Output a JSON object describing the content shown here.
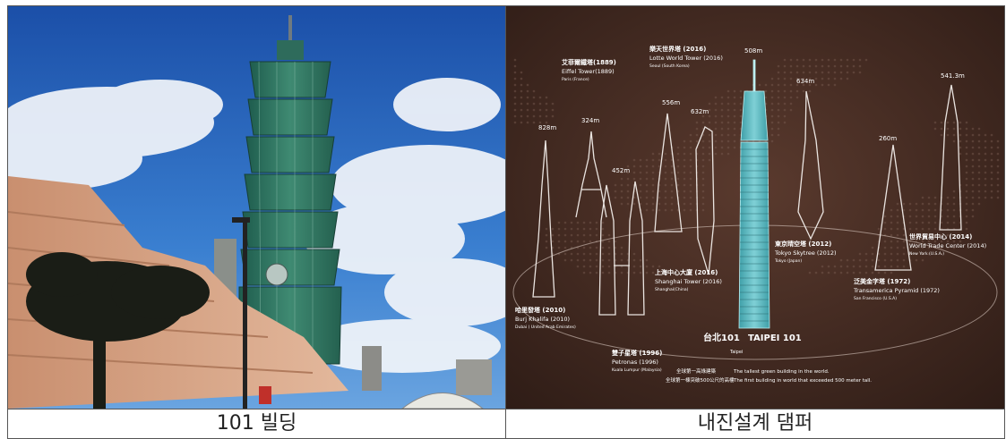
{
  "left_photo": {
    "caption": "101 빌딩"
  },
  "right_photo": {
    "caption": "내진설계 댐퍼",
    "towers": [
      {
        "name": "Burj Khalifa (2010)",
        "zh": "哈里發塔 (2010)",
        "location": "Dubai ( United Arab Emirates)",
        "height": "828m"
      },
      {
        "name": "Eiffel Tower(1889)",
        "zh": "艾菲爾鐵塔(1889)",
        "location": "Paris (France)",
        "height": "324m"
      },
      {
        "name": "Petronas (1996)",
        "zh": "雙子星塔 (1996)",
        "location": "Kuala Lumpur (Malaysia)",
        "height": "452m"
      },
      {
        "name": "Lotte World Tower (2016)",
        "zh": "樂天世界塔 (2016)",
        "location": "Seoul (South Korea)",
        "height": "556m"
      },
      {
        "name": "Shanghai Tower (2016)",
        "zh": "上海中心大廈 (2016)",
        "location": "Shanghai(China)",
        "height": "632m"
      },
      {
        "name": "TAIPEI 101",
        "zh": "台北101",
        "location": "Taipei",
        "height": "508m"
      },
      {
        "name": "Tokyo Skytree (2012)",
        "zh": "東京晴空塔 (2012)",
        "location": "Tokyo (Japan)",
        "height": "634m"
      },
      {
        "name": "Transamerica Pyramid (1972)",
        "zh": "泛美金字塔 (1972)",
        "location": "San Francisco (U.S.A)",
        "height": "260m"
      },
      {
        "name": "World Trade Center (2014)",
        "zh": "世界貿易中心 (2014)",
        "location": "New York (U.S.A.)",
        "height": "541.3m"
      }
    ],
    "notes": [
      "The tallest green building in the world.",
      "The first building in world that exceeded 500 meter tall."
    ],
    "notes_zh": [
      "全球第一高綠建築",
      "全球第一棟突破500公尺的高樓"
    ]
  }
}
